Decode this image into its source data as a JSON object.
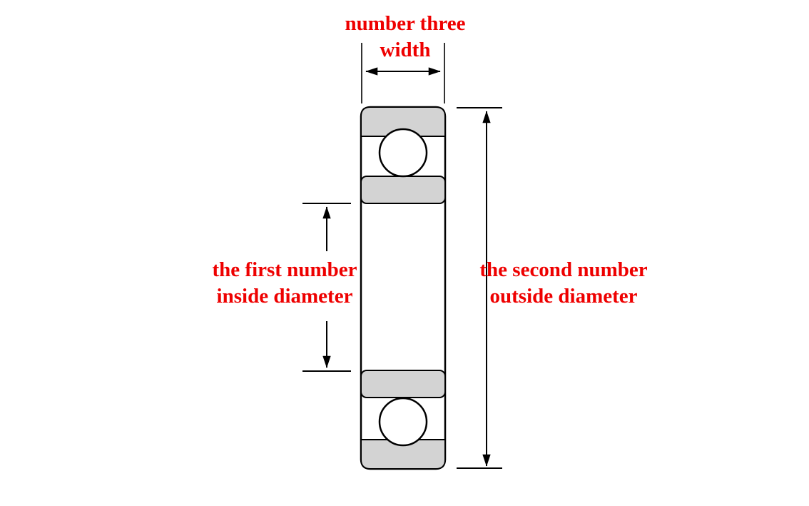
{
  "colors": {
    "background": "#ffffff",
    "label_red": "#ee0000",
    "race_gray": "#d3d3d3",
    "line_black": "#000000"
  },
  "labels": {
    "width": {
      "line1": "number three",
      "line2": "width"
    },
    "inside_diameter": {
      "line1": "the first number",
      "line2": "inside diameter"
    },
    "outside_diameter": {
      "line1": "the second number",
      "line2": "outside diameter"
    }
  }
}
